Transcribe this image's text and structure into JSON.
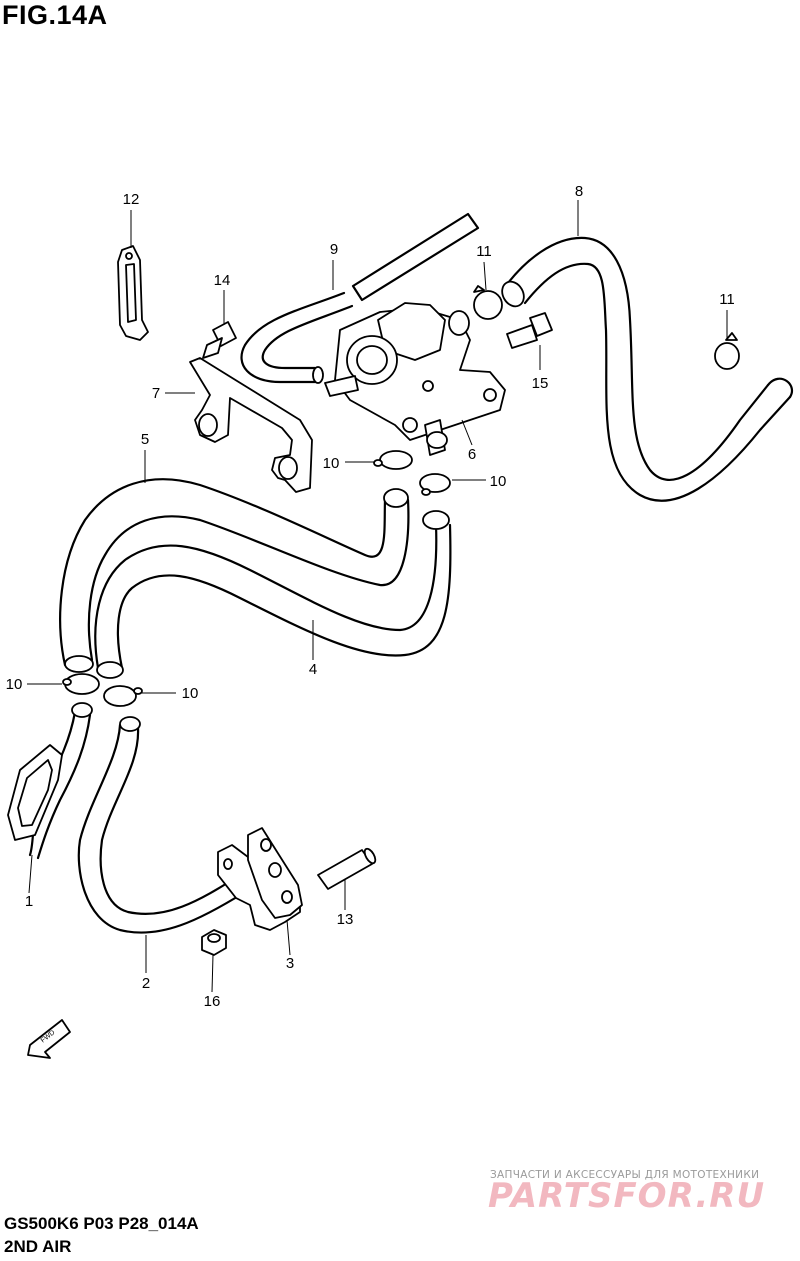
{
  "figure": {
    "title": "FIG.14A",
    "model_code": "GS500K6 P03 P28_014A",
    "section_name": "2ND AIR"
  },
  "direction_arrow": {
    "label": "FWD"
  },
  "callouts": [
    "1",
    "2",
    "3",
    "4",
    "5",
    "6",
    "7",
    "8",
    "9",
    "10",
    "10",
    "10",
    "10",
    "11",
    "11",
    "12",
    "13",
    "14",
    "15",
    "16"
  ],
  "watermark": {
    "subtitle": "ЗАПЧАСТИ И АКСЕССУАРЫ ДЛЯ МОТОТЕХНИКИ",
    "brand": "PARTSFOR.RU"
  }
}
